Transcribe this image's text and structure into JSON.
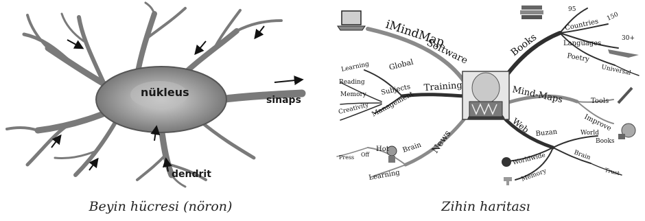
{
  "neuron": {
    "nucleus": "nükleus",
    "synapse": "sinaps",
    "dendrite": "dendrit"
  },
  "mindmap": {
    "software": "Software",
    "imindmap": "iMindMap",
    "books": "Books",
    "n95": "95",
    "countries": "Countries",
    "n150": "150",
    "languages": "Languages",
    "n30": "30+",
    "poetry": "Poetry",
    "universal": "Universal",
    "training": "Training",
    "global": "Global",
    "subjects": "Subjects",
    "management": "Management",
    "learning": "Learning",
    "reading": "Reading",
    "memory": "Memory",
    "creativity": "Creativity",
    "mindmaps": "Mind-Maps",
    "tools": "Tools",
    "improve": "Improve",
    "news": "News",
    "brain": "Brain",
    "hot": "Hot",
    "off": "Off",
    "press": "Press",
    "learning2": "Learning",
    "web": "Web",
    "buzan": "Buzan",
    "world": "World",
    "books2": "Books",
    "brain2": "Brain",
    "trust": "Trust",
    "worldwide": "Worldwide",
    "memory2": "Memory"
  },
  "captions": {
    "left": "Beyin hücresi (nöron)",
    "right": "Zihin haritası"
  }
}
